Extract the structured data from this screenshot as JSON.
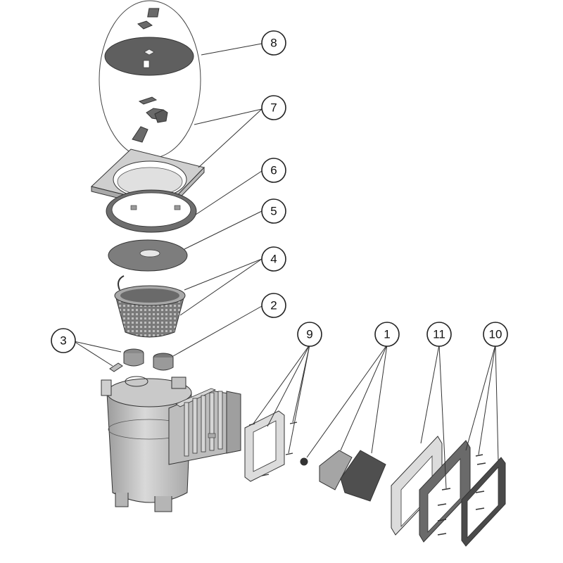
{
  "labels": {
    "l1": "1",
    "l2": "2",
    "l3": "3",
    "l4": "4",
    "l5": "5",
    "l6": "6",
    "l7": "7",
    "l8": "8",
    "l9": "9",
    "l10": "10",
    "l11": "11"
  },
  "colors": {
    "dark_part": "#5a5a5a",
    "mid_part": "#8a8a8a",
    "light_part": "#c8c8c8",
    "body_part": "#bdbdbd",
    "line": "#333333"
  }
}
